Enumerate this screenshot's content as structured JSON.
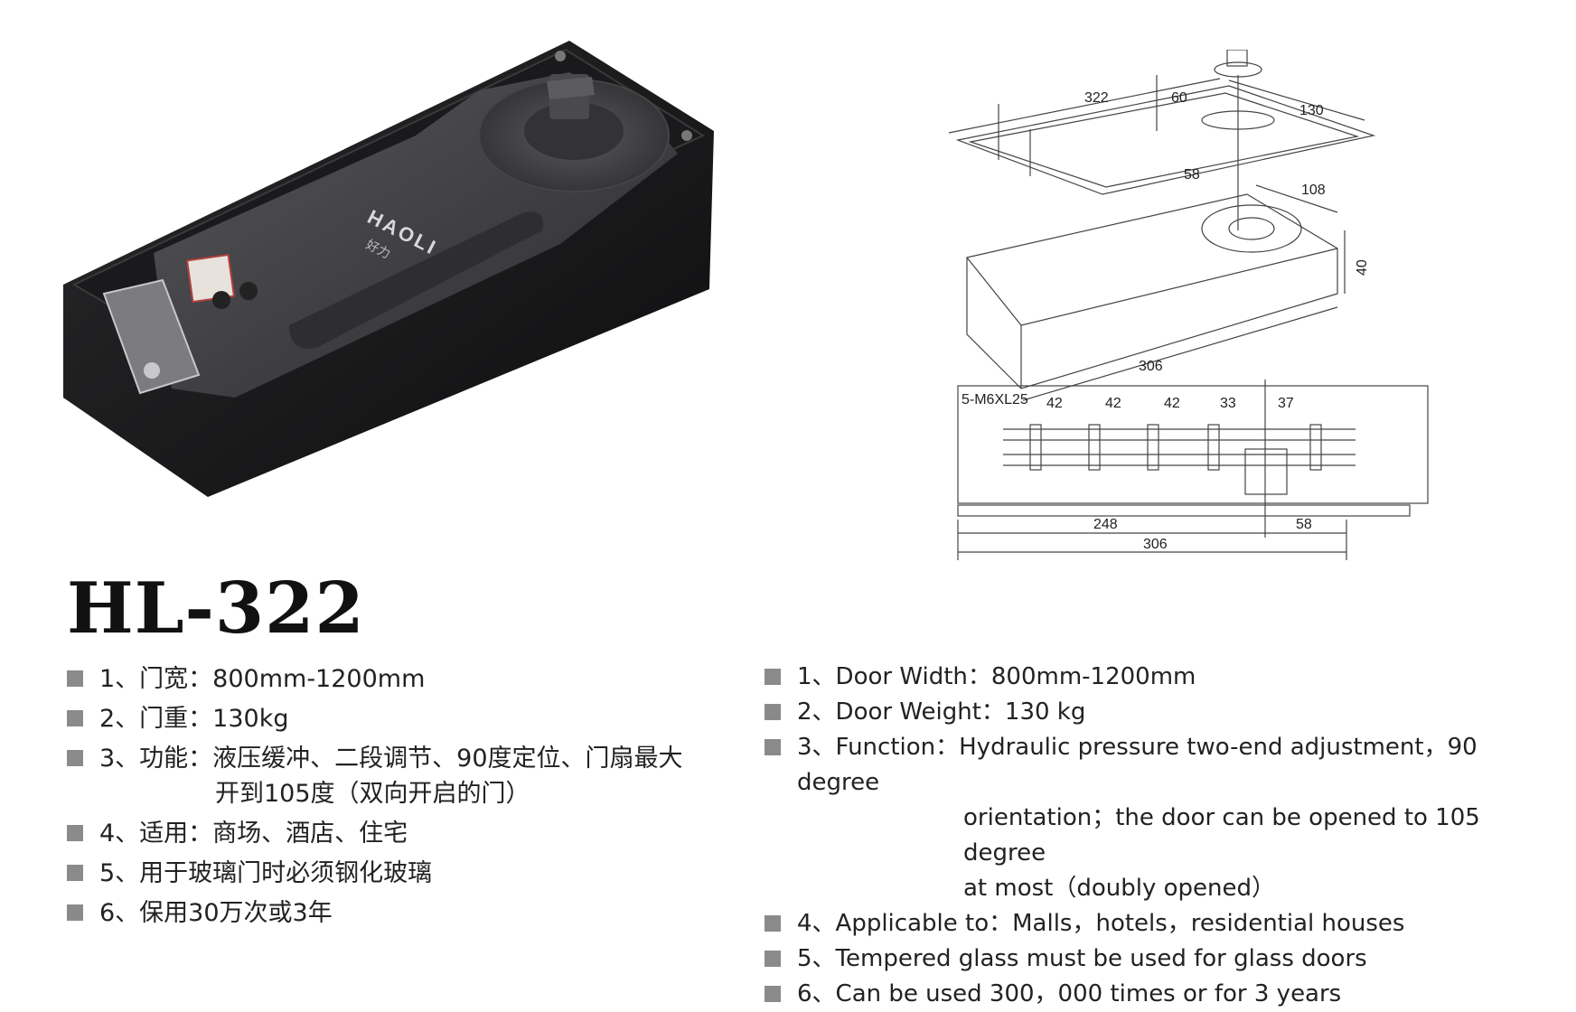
{
  "model": "HL-322",
  "brand": {
    "name": "HAOLI",
    "chinese": "好力"
  },
  "drawing_dims": {
    "top_length": "322",
    "top_offset": "60",
    "top_width": "130",
    "mid_offset": "58",
    "mid_width": "108",
    "height": "40",
    "body_length": "306",
    "screw_spec": "5-M6XL25",
    "hole_spacing": [
      "42",
      "42",
      "42",
      "33",
      "37"
    ],
    "bottom_left": "248",
    "bottom_right": "58",
    "bottom_total": "306"
  },
  "specs_cn": [
    {
      "line": "1、门宽：800mm-1200mm"
    },
    {
      "line": "2、门重：130kg"
    },
    {
      "line": "3、功能：液压缓冲、二段调节、90度定位、门扇最大",
      "cont": "开到105度（双向开启的门）"
    },
    {
      "line": "4、适用：商场、酒店、住宅"
    },
    {
      "line": "5、用于玻璃门时必须钢化玻璃"
    },
    {
      "line": "6、保用30万次或3年"
    }
  ],
  "specs_en": [
    {
      "line": "1、Door Width：800mm-1200mm"
    },
    {
      "line": "2、Door Weight：130 kg"
    },
    {
      "line": "3、Function：Hydraulic pressure two-end adjustment，90 degree",
      "cont": "orientation；the door can be opened to 105 degree",
      "cont2": "at most（doubly opened）"
    },
    {
      "line": "4、Applicable to：Malls，hotels，residential houses"
    },
    {
      "line": "5、Tempered glass must be used for glass doors"
    },
    {
      "line": "6、Can be used 300，000 times or for 3 years"
    }
  ],
  "colors": {
    "body": "#1c1c1e",
    "cover": "#3a3a3e",
    "bullet": "#8a8a8a"
  }
}
